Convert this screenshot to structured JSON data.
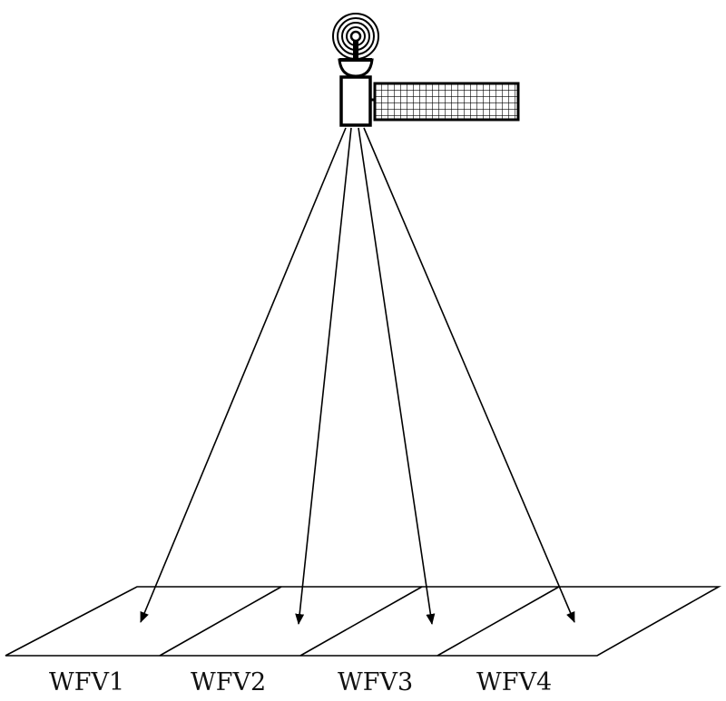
{
  "swaths": [
    {
      "label": "WFV1"
    },
    {
      "label": "WFV2"
    },
    {
      "label": "WFV3"
    },
    {
      "label": "WFV4"
    }
  ],
  "icons": {
    "satellite": "satellite-icon",
    "antenna": "antenna-dish-icon",
    "solar_panel": "solar-panel-icon"
  },
  "colors": {
    "stroke": "#000000",
    "background": "#ffffff"
  }
}
